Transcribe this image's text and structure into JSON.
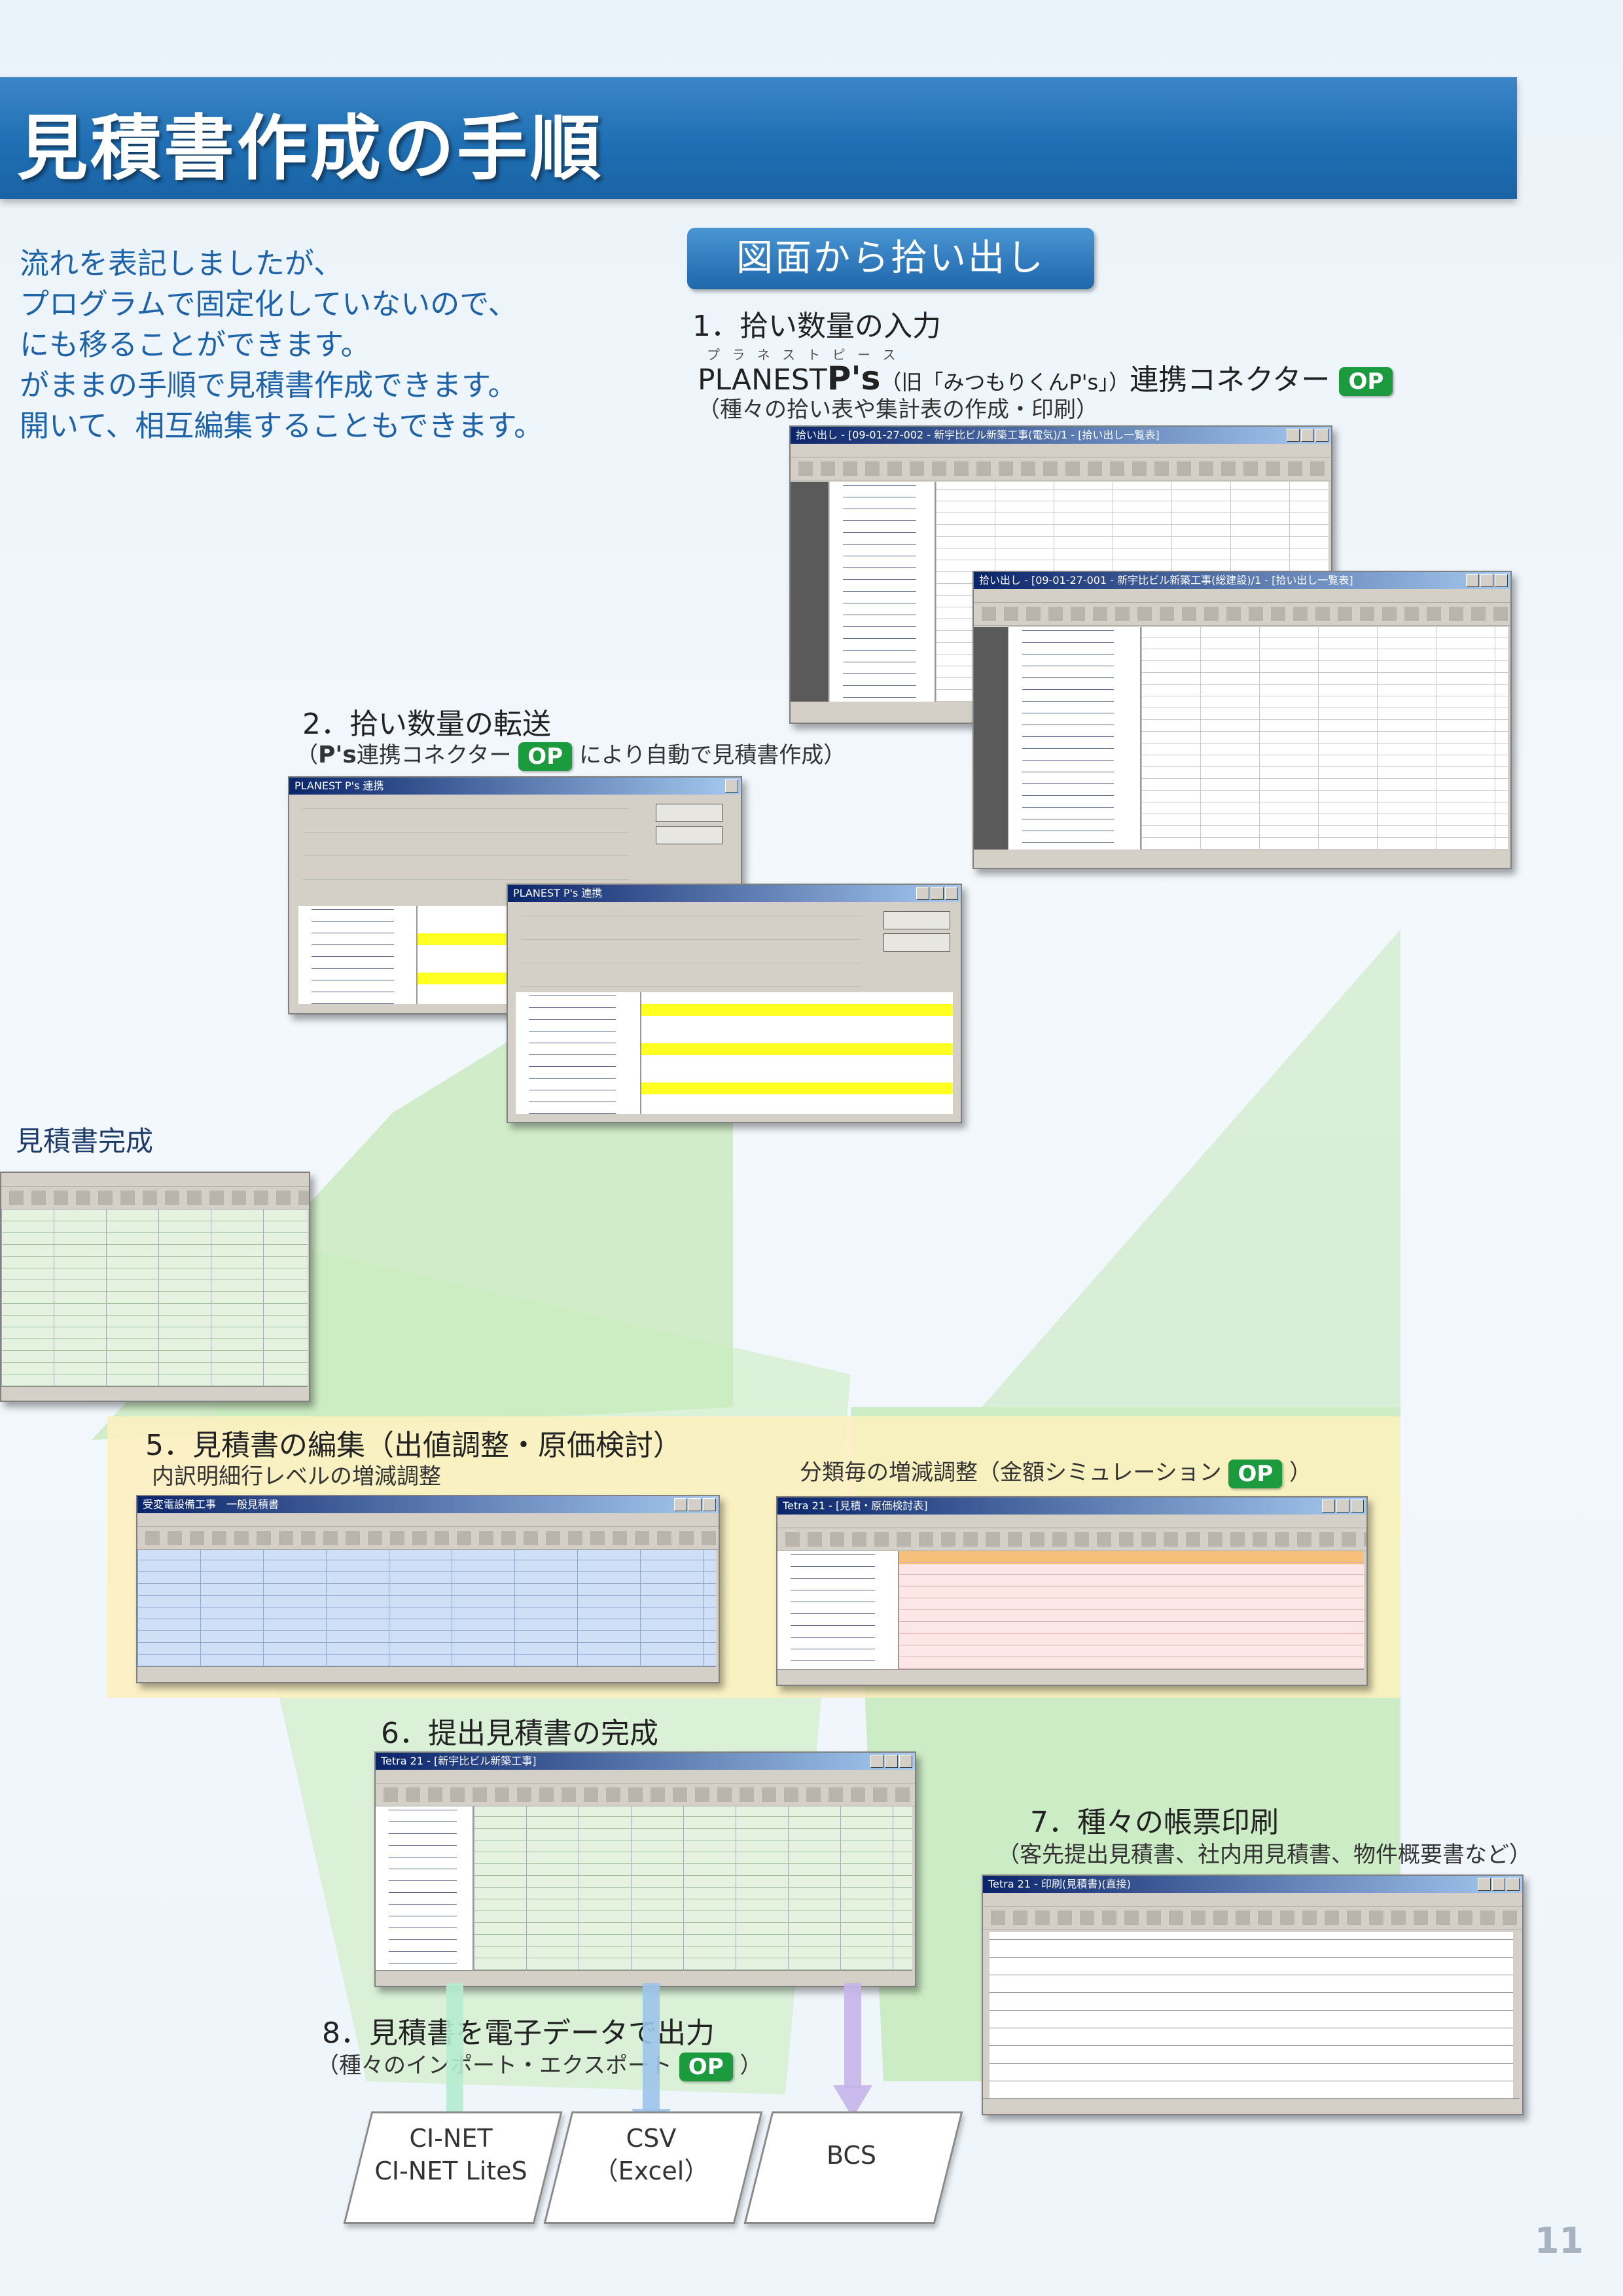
{
  "title": "見積書作成の手順",
  "intro_lines": [
    "流れを表記しましたが、",
    "プログラムで固定化していないので、",
    "にも移ることができます。",
    "がままの手順で見積書作成できます。",
    "開いて、相互編集することもできます。"
  ],
  "section_heading": "図面から拾い出し",
  "step1": {
    "title": "1．拾い数量の入力",
    "ruby": "プ ラ ネ ス ト ピ ー ス",
    "product_prefix": "PLANEST",
    "product_ps": "P's",
    "product_note": "（旧「みつもりくんP's」）",
    "product_suffix": "連携コネクター",
    "note": "（種々の拾い表や集計表の作成・印刷）"
  },
  "step2": {
    "title": "2．拾い数量の転送",
    "paren_open": "（",
    "ps": "P's",
    "connector": "連携コネクター",
    "after": "により自動で見積書作成）"
  },
  "completed_label": "見積書完成",
  "step5": {
    "title": "5．見積書の編集（出値調整・原価検討）",
    "left_sub": "内訳明細行レベルの増減調整",
    "right_sub": "分類毎の増減調整（金額シミュレーション",
    "right_close": "）"
  },
  "step6": {
    "title": "6．提出見積書の完成"
  },
  "step7": {
    "title": "7．種々の帳票印刷",
    "note": "（客先提出見積書、社内用見積書、物件概要書など）"
  },
  "step8": {
    "title": "8．見積書を電子データで出力",
    "note_open": "（種々のインポート・エクスポート",
    "note_close": "）"
  },
  "op_badge": "OP",
  "outputs": [
    {
      "line1": "CI-NET",
      "line2": "CI-NET LiteS"
    },
    {
      "line1": "CSV",
      "line2": "（Excel）"
    },
    {
      "line1": "BCS",
      "line2": ""
    }
  ],
  "windows": {
    "pickup1": "拾い出し - [09-01-27-002 - 新宇比ビル新築工事(電気)/1 - [拾い出し一覧表]",
    "pickup2": "拾い出し - [09-01-27-001 - 新宇比ビル新築工事(総建設)/1 - [拾い出し一覧表]",
    "planest1": "PLANEST P's 連携",
    "planest2": "PLANEST P's 連携",
    "edit_left": "受変電設備工事　一般見積書",
    "edit_right": "Tetra 21 - [見積・原価検討表]",
    "final": "Tetra 21 - [新宇比ビル新築工事]",
    "print": "Tetra 21 - 印刷(見積書)(直接)"
  },
  "page_number": "11",
  "colors": {
    "banner": "#1f6fb4",
    "text_blue": "#1e62a8",
    "op_green": "#1c9a3e",
    "deco_green": "#a8e08e"
  }
}
